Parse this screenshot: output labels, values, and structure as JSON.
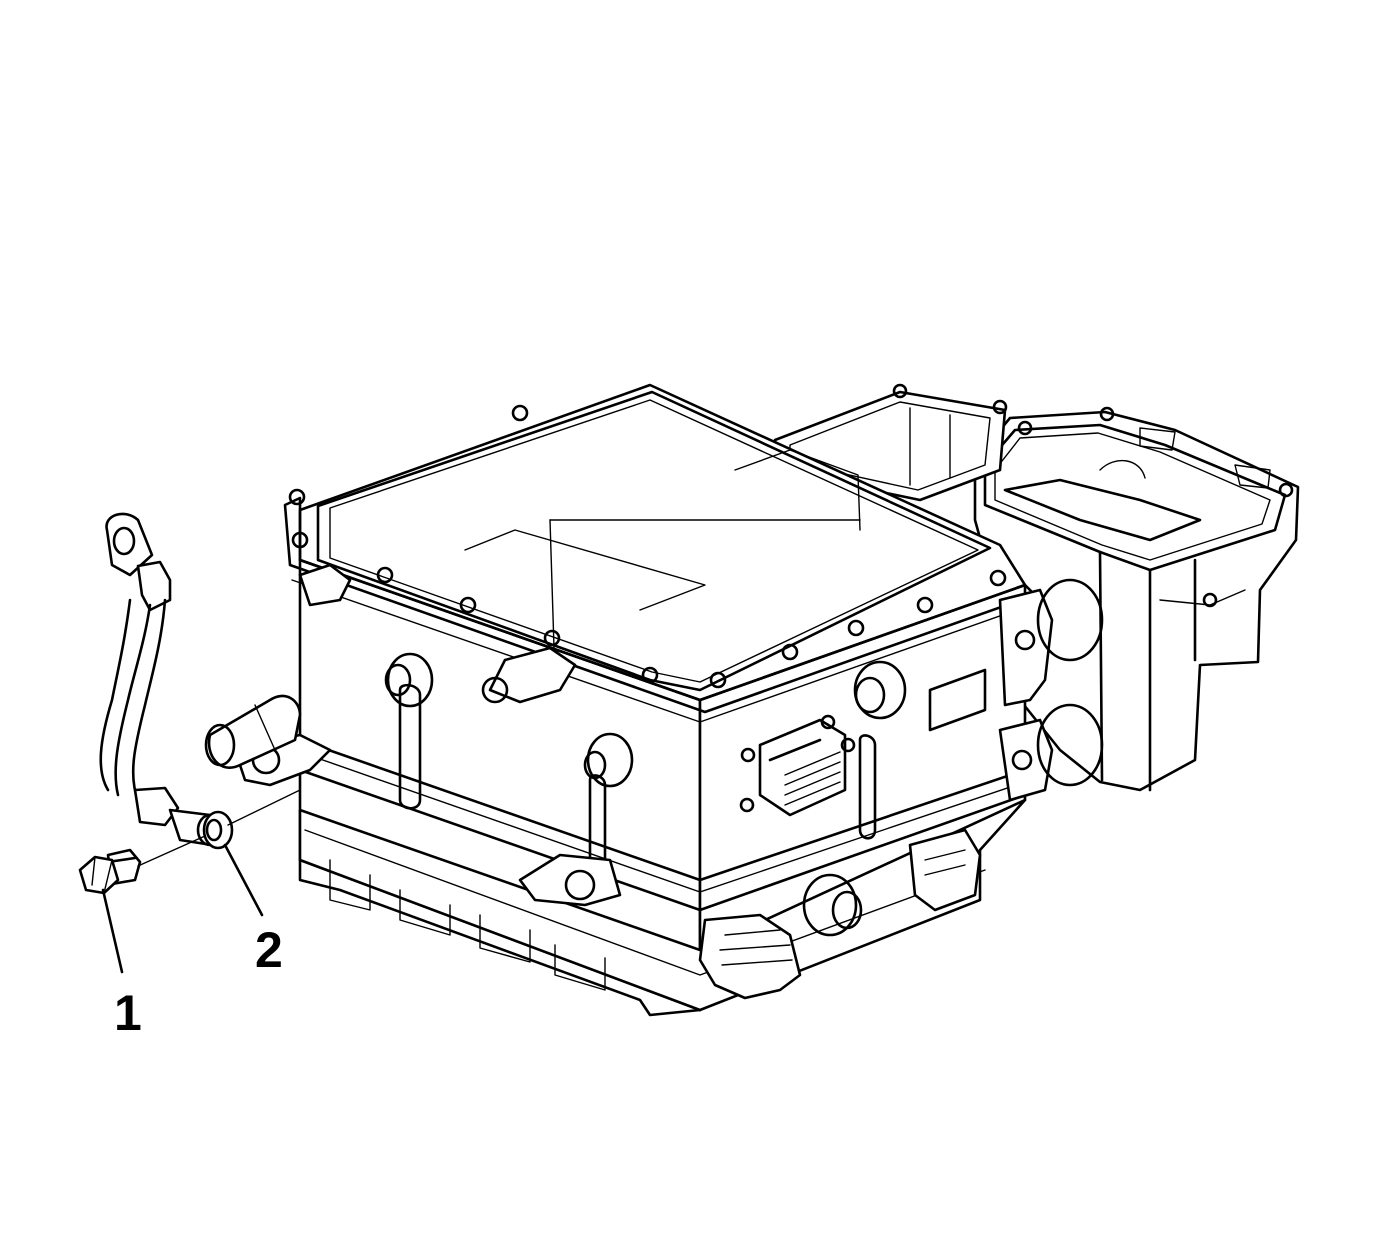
{
  "callouts": [
    {
      "number": "1",
      "part": "bolt"
    },
    {
      "number": "2",
      "part": "washer"
    }
  ],
  "icons": [
    "module-assembly",
    "ground-strap",
    "bolt",
    "washer"
  ],
  "colors": {
    "line": "#000000",
    "background": "#ffffff"
  }
}
